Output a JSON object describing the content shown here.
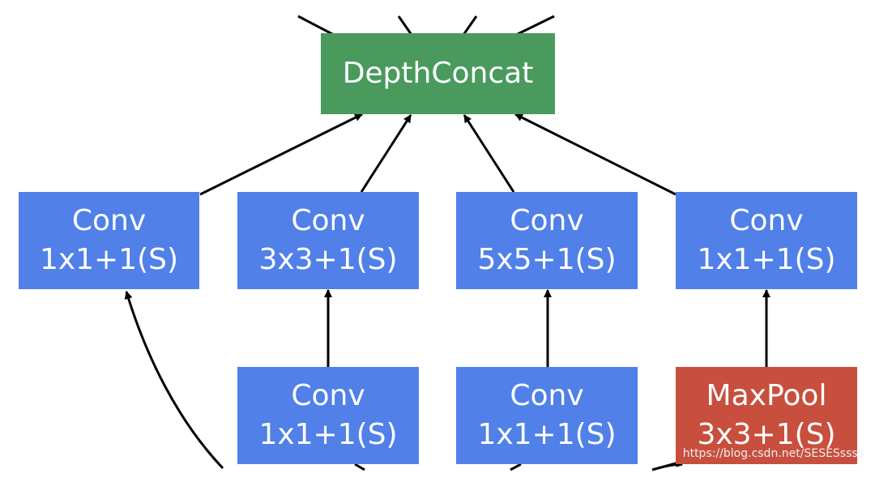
{
  "diagram": {
    "nodes": {
      "depth_concat": {
        "label": "DepthConcat",
        "color": "#4a9a5e"
      },
      "conv_1x1_a": {
        "line1": "Conv",
        "line2": "1x1+1(S)",
        "color": "#5080e8"
      },
      "conv_3x3": {
        "line1": "Conv",
        "line2": "3x3+1(S)",
        "color": "#5080e8"
      },
      "conv_5x5": {
        "line1": "Conv",
        "line2": "5x5+1(S)",
        "color": "#5080e8"
      },
      "conv_1x1_b": {
        "line1": "Conv",
        "line2": "1x1+1(S)",
        "color": "#5080e8"
      },
      "reduce_3x3": {
        "line1": "Conv",
        "line2": "1x1+1(S)",
        "color": "#5080e8"
      },
      "reduce_5x5": {
        "line1": "Conv",
        "line2": "1x1+1(S)",
        "color": "#5080e8"
      },
      "max_pool": {
        "line1": "MaxPool",
        "line2": "3x3+1(S)",
        "color": "#c84f3d"
      }
    },
    "edges": [
      {
        "from": "conv_1x1_a",
        "to": "depth_concat"
      },
      {
        "from": "conv_3x3",
        "to": "depth_concat"
      },
      {
        "from": "conv_5x5",
        "to": "depth_concat"
      },
      {
        "from": "conv_1x1_b",
        "to": "depth_concat"
      },
      {
        "from": "reduce_3x3",
        "to": "conv_3x3"
      },
      {
        "from": "reduce_5x5",
        "to": "conv_5x5"
      },
      {
        "from": "max_pool",
        "to": "conv_1x1_b"
      }
    ],
    "watermark": "https://blog.csdn.net/SESESssss"
  }
}
